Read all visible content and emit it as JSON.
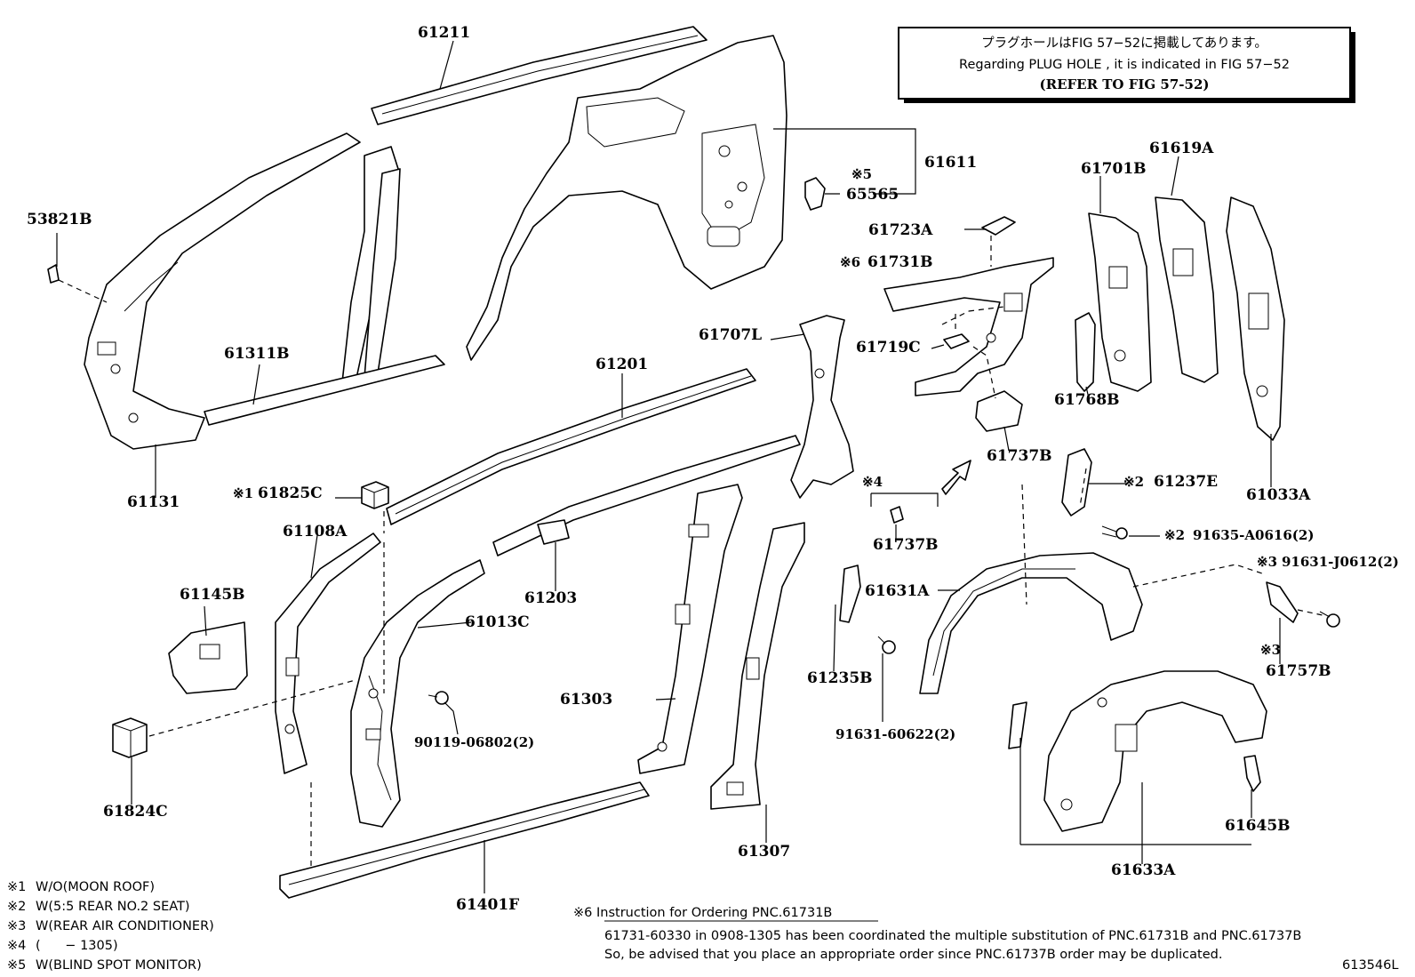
{
  "reference_box": {
    "line1": "プラグホールはFIG 57−52に掲載してあります。",
    "line2": "Regarding PLUG HOLE , it is indicated in FIG 57−52",
    "line3": "(REFER TO FIG 57-52)"
  },
  "parts": {
    "p61211": "61211",
    "p53821B": "53821B",
    "p61611": "61611",
    "p65565": "65565",
    "n65565": "※5",
    "p61311B": "61311B",
    "p61131": "61131",
    "p61201": "61201",
    "p61723A": "61723A",
    "p61731B": "61731B",
    "n61731B": "※6",
    "p61707L": "61707L",
    "p61719C": "61719C",
    "p61701B": "61701B",
    "p61619A": "61619A",
    "p61768B": "61768B",
    "p61737B_upper": "61737B",
    "p61237E": "61237E",
    "n61237E": "※2",
    "p61033A": "61033A",
    "p61825C": "61825C",
    "n61825C": "※1",
    "p61108A": "61108A",
    "p61145B": "61145B",
    "p61203": "61203",
    "p61013C": "61013C",
    "n61737B_lower": "※4",
    "p61737B_lower": "61737B",
    "p91635": "91635-A0616(2)",
    "n91635": "※2",
    "p91631_j": "91631-J0612(2)",
    "n91631_j": "※3",
    "p61631A": "61631A",
    "p61235B": "61235B",
    "p61757B": "61757B",
    "n61757B": "※3",
    "p61303": "61303",
    "p90119": "90119-06802(2)",
    "p91631_6": "91631-60622(2)",
    "p61824C": "61824C",
    "p61307": "61307",
    "p61645B": "61645B",
    "p61633A": "61633A",
    "p61401F": "61401F"
  },
  "footnotes": [
    {
      "mark": "※1",
      "text": "W/O(MOON ROOF)"
    },
    {
      "mark": "※2",
      "text": "W(5:5 REAR NO.2 SEAT)"
    },
    {
      "mark": "※3",
      "text": "W(REAR AIR CONDITIONER)"
    },
    {
      "mark": "※4",
      "text": "(      − 1305)"
    },
    {
      "mark": "※5",
      "text": "W(BLIND SPOT MONITOR)"
    }
  ],
  "instruction": {
    "heading": "※6 Instruction for Ordering PNC.61731B",
    "line1": "61731-60330 in 0908-1305 has been coordinated the multiple substitution of PNC.61731B and PNC.61737B",
    "line2": "So, be advised that you place an appropriate order since PNC.61737B order may be duplicated."
  },
  "figure_id": "613546L"
}
